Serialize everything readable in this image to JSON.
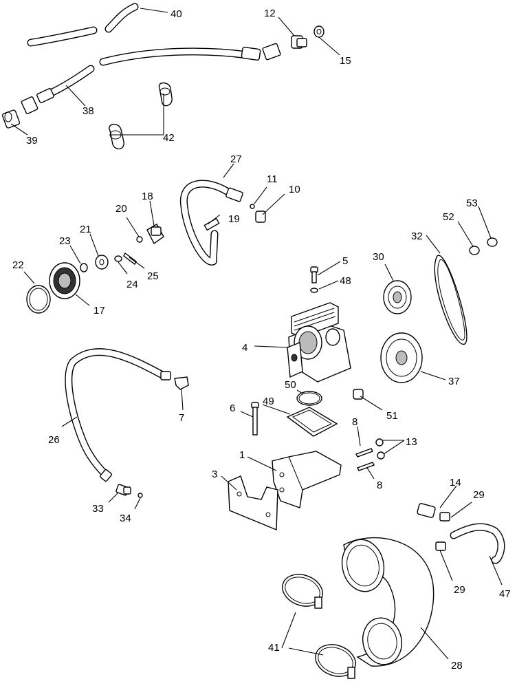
{
  "callouts": [
    {
      "id": "c1",
      "text": "1"
    },
    {
      "id": "c3",
      "text": "3"
    },
    {
      "id": "c4",
      "text": "4"
    },
    {
      "id": "c5",
      "text": "5"
    },
    {
      "id": "c6",
      "text": "6"
    },
    {
      "id": "c7",
      "text": "7"
    },
    {
      "id": "c8a",
      "text": "8"
    },
    {
      "id": "c8b",
      "text": "8"
    },
    {
      "id": "c10",
      "text": "10"
    },
    {
      "id": "c11",
      "text": "11"
    },
    {
      "id": "c12",
      "text": "12"
    },
    {
      "id": "c13",
      "text": "13"
    },
    {
      "id": "c14",
      "text": "14"
    },
    {
      "id": "c15",
      "text": "15"
    },
    {
      "id": "c17",
      "text": "17"
    },
    {
      "id": "c18",
      "text": "18"
    },
    {
      "id": "c19",
      "text": "19"
    },
    {
      "id": "c20",
      "text": "20"
    },
    {
      "id": "c21",
      "text": "21"
    },
    {
      "id": "c22",
      "text": "22"
    },
    {
      "id": "c23",
      "text": "23"
    },
    {
      "id": "c24",
      "text": "24"
    },
    {
      "id": "c25",
      "text": "25"
    },
    {
      "id": "c26",
      "text": "26"
    },
    {
      "id": "c27",
      "text": "27"
    },
    {
      "id": "c28",
      "text": "28"
    },
    {
      "id": "c29a",
      "text": "29"
    },
    {
      "id": "c29b",
      "text": "29"
    },
    {
      "id": "c30",
      "text": "30"
    },
    {
      "id": "c32",
      "text": "32"
    },
    {
      "id": "c33",
      "text": "33"
    },
    {
      "id": "c34",
      "text": "34"
    },
    {
      "id": "c37",
      "text": "37"
    },
    {
      "id": "c38",
      "text": "38"
    },
    {
      "id": "c39",
      "text": "39"
    },
    {
      "id": "c40",
      "text": "40"
    },
    {
      "id": "c41",
      "text": "41"
    },
    {
      "id": "c42",
      "text": "42"
    },
    {
      "id": "c47",
      "text": "47"
    },
    {
      "id": "c48",
      "text": "48"
    },
    {
      "id": "c49",
      "text": "49"
    },
    {
      "id": "c50",
      "text": "50"
    },
    {
      "id": "c51",
      "text": "51"
    },
    {
      "id": "c52",
      "text": "52"
    },
    {
      "id": "c53",
      "text": "53"
    }
  ]
}
